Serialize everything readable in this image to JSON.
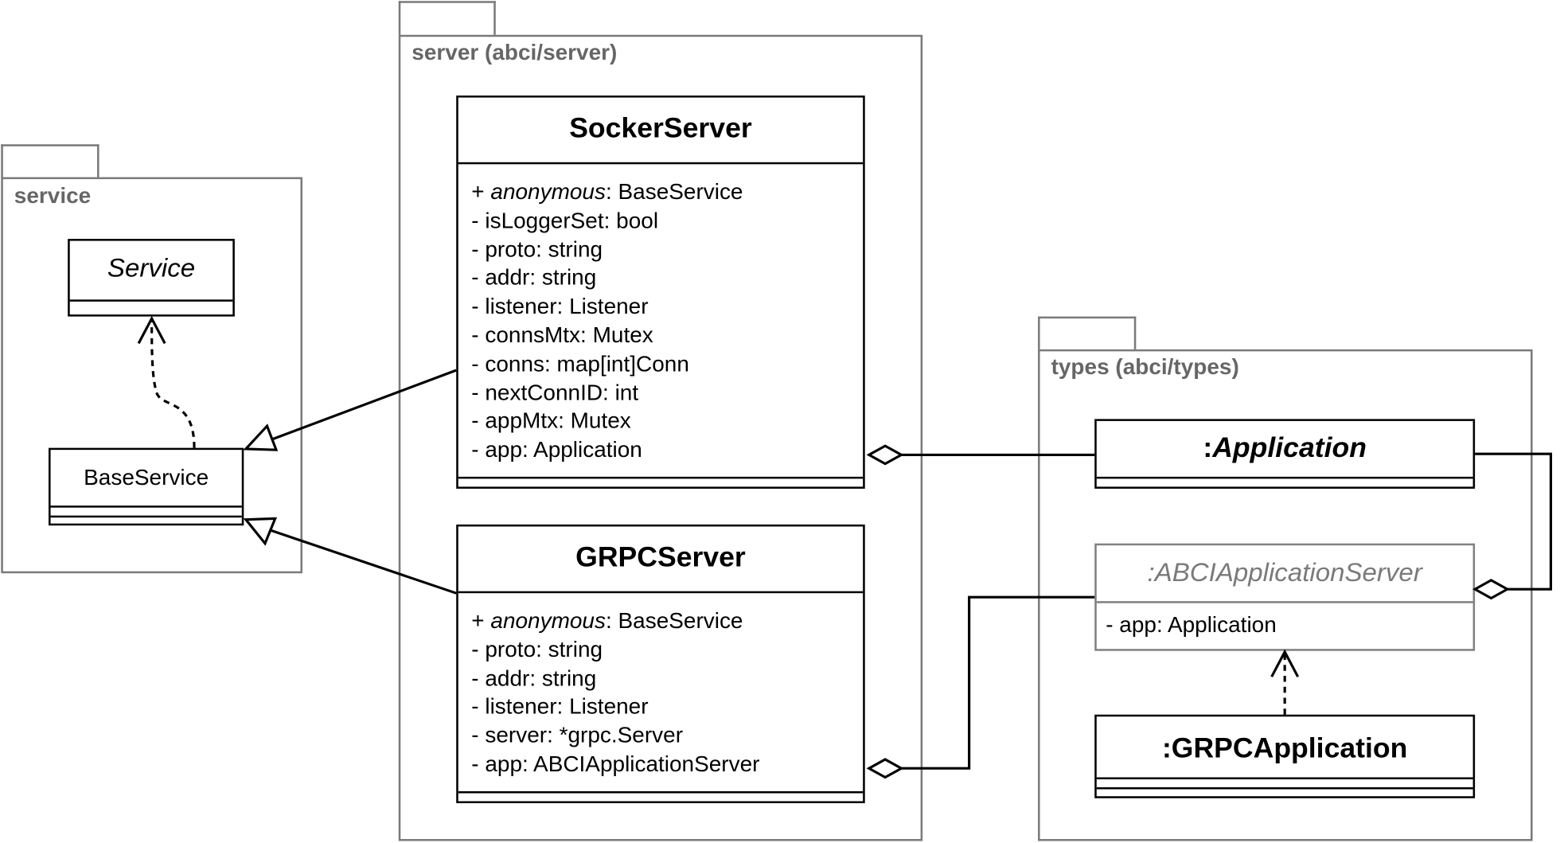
{
  "packages": {
    "service": {
      "label": "service"
    },
    "server": {
      "label": "server (abci/server)"
    },
    "types": {
      "label": "types (abci/types)"
    }
  },
  "classes": {
    "service": {
      "name": "Service"
    },
    "base_service": {
      "name": "BaseService"
    },
    "socker_server": {
      "name": "SockerServer",
      "attributes": [
        {
          "prefix": "+ ",
          "name": "anonymous",
          "type": ": BaseService",
          "italic": true
        },
        {
          "prefix": "- ",
          "name": "isLoggerSet",
          "type": ": bool",
          "italic": false
        },
        {
          "prefix": "- ",
          "name": "proto",
          "type": ": string",
          "italic": false
        },
        {
          "prefix": "- ",
          "name": "addr",
          "type": ": string",
          "italic": false
        },
        {
          "prefix": "- ",
          "name": "listener",
          "type": ": Listener",
          "italic": false
        },
        {
          "prefix": "- ",
          "name": "connsMtx",
          "type": ": Mutex",
          "italic": false
        },
        {
          "prefix": "- ",
          "name": "conns",
          "type": ": map[int]Conn",
          "italic": false
        },
        {
          "prefix": "- ",
          "name": "nextConnID",
          "type": ": int",
          "italic": false
        },
        {
          "prefix": "- ",
          "name": "appMtx",
          "type": ": Mutex",
          "italic": false
        },
        {
          "prefix": "- ",
          "name": "app",
          "type": ": Application",
          "italic": false
        }
      ]
    },
    "grpc_server": {
      "name": "GRPCServer",
      "attributes": [
        {
          "prefix": "+ ",
          "name": "anonymous",
          "type": ": BaseService",
          "italic": true
        },
        {
          "prefix": "- ",
          "name": "proto",
          "type": ": string",
          "italic": false
        },
        {
          "prefix": "- ",
          "name": "addr",
          "type": ": string",
          "italic": false
        },
        {
          "prefix": "- ",
          "name": "listener",
          "type": ": Listener",
          "italic": false
        },
        {
          "prefix": "- ",
          "name": "server",
          "type": ": *grpc.Server",
          "italic": false
        },
        {
          "prefix": "- ",
          "name": "app",
          "type": ": ABCIApplicationServer",
          "italic": false
        }
      ]
    },
    "application": {
      "prefix": ":",
      "name": "Application"
    },
    "abci_application_server": {
      "name": ":ABCIApplicationServer",
      "attributes": [
        {
          "prefix": "- ",
          "name": "app",
          "type": ": Application",
          "italic": false
        }
      ]
    },
    "grpc_application": {
      "name": ":GRPCApplication"
    }
  },
  "relationships": [
    {
      "type": "realization",
      "from": "BaseService",
      "to": "Service"
    },
    {
      "type": "generalization",
      "from": "SockerServer",
      "to": "BaseService"
    },
    {
      "type": "generalization",
      "from": "GRPCServer",
      "to": "BaseService"
    },
    {
      "type": "aggregation",
      "whole": "SockerServer",
      "part": ":Application"
    },
    {
      "type": "aggregation",
      "whole": "GRPCServer",
      "part": ":ABCIApplicationServer"
    },
    {
      "type": "aggregation",
      "whole": ":ABCIApplicationServer",
      "part": ":Application"
    },
    {
      "type": "realization",
      "from": ":GRPCApplication",
      "to": ":ABCIApplicationServer"
    }
  ],
  "colors": {
    "package_border": "#7a7a7a",
    "package_label": "#666666",
    "class_border": "#000000",
    "grey_class": "#808080"
  }
}
